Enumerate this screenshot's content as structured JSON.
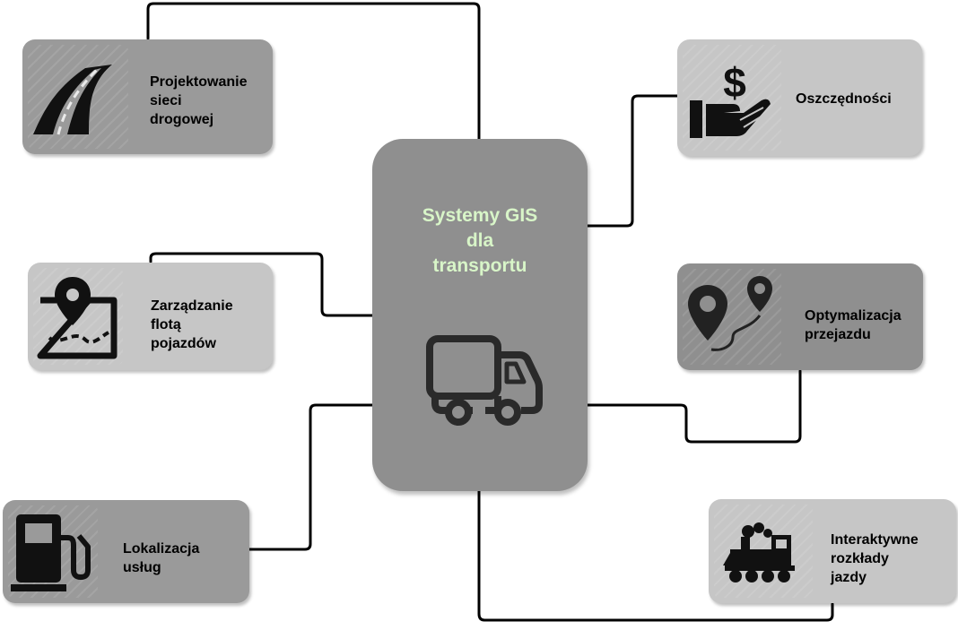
{
  "center": {
    "title_lines": [
      "Systemy GIS",
      "dla",
      "transportu"
    ],
    "icon": "truck-icon",
    "title_color": "#d8f5c8"
  },
  "nodes": {
    "road": {
      "lines": [
        "Projektowanie",
        "sieci",
        "drogowej"
      ],
      "icon": "road-icon"
    },
    "fleet": {
      "lines": [
        "Zarządzanie",
        "flotą",
        "pojazdów"
      ],
      "icon": "map-pin-icon"
    },
    "services": {
      "lines": [
        "Lokalizacja",
        "usług"
      ],
      "icon": "fuel-pump-icon"
    },
    "savings": {
      "lines": [
        "Oszczędności"
      ],
      "icon": "money-hand-icon"
    },
    "route": {
      "lines": [
        "Optymalizacja",
        "przejazdu"
      ],
      "icon": "route-pins-icon"
    },
    "timetable": {
      "lines": [
        "Interaktywne",
        "rozkłady",
        "jazdy"
      ],
      "icon": "locomotive-icon"
    }
  }
}
